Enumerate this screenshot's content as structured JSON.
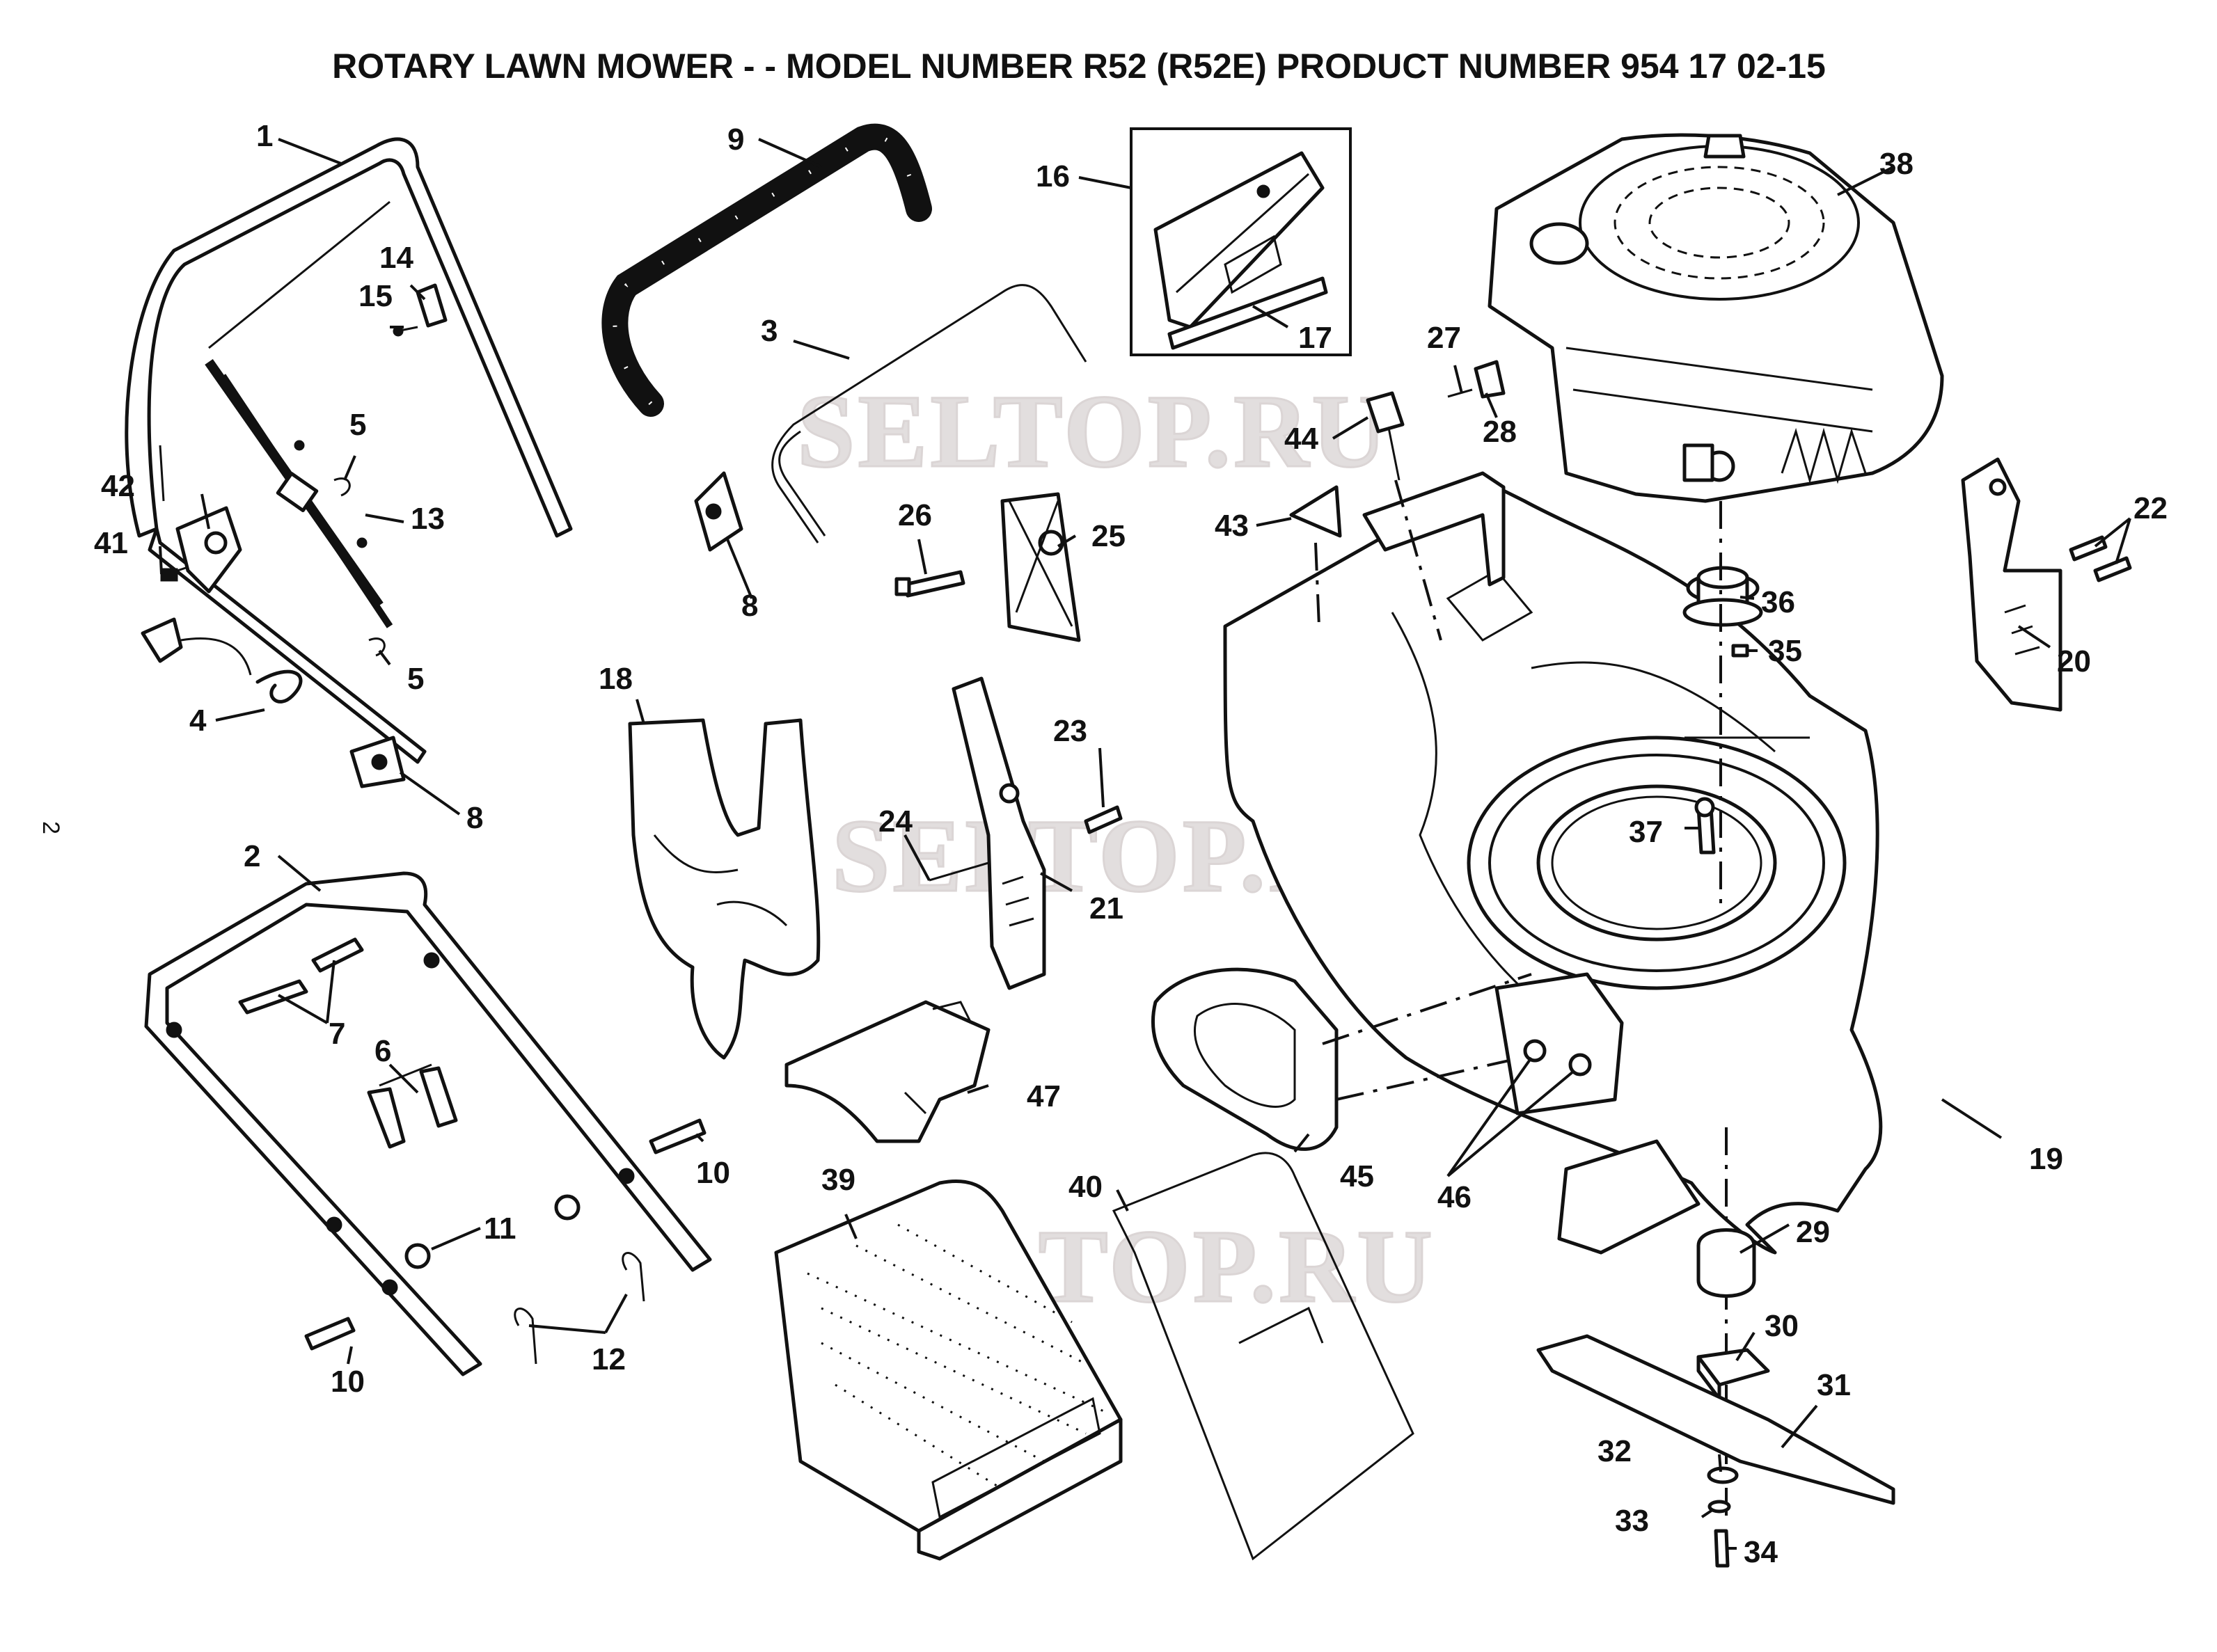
{
  "title": "ROTARY LAWN MOWER - - MODEL NUMBER R52 (R52E) PRODUCT NUMBER 954 17 02-15",
  "page_number": "2",
  "watermark": "SELTOP.RU",
  "callouts": {
    "n1": "1",
    "n2": "2",
    "n3": "3",
    "n4": "4",
    "n5a": "5",
    "n5b": "5",
    "n6": "6",
    "n7": "7",
    "n8a": "8",
    "n8b": "8",
    "n9": "9",
    "n10a": "10",
    "n10b": "10",
    "n11": "11",
    "n12": "12",
    "n13": "13",
    "n14": "14",
    "n15": "15",
    "n16": "16",
    "n17": "17",
    "n18": "18",
    "n19": "19",
    "n20": "20",
    "n21": "21",
    "n22": "22",
    "n23": "23",
    "n24": "24",
    "n25": "25",
    "n26": "26",
    "n27": "27",
    "n28": "28",
    "n29": "29",
    "n30": "30",
    "n31": "31",
    "n32": "32",
    "n33": "33",
    "n34": "34",
    "n35": "35",
    "n36": "36",
    "n37": "37",
    "n38": "38",
    "n39": "39",
    "n40": "40",
    "n41": "41",
    "n42": "42",
    "n43": "43",
    "n44": "44",
    "n45": "45",
    "n46": "46",
    "n47": "47"
  }
}
